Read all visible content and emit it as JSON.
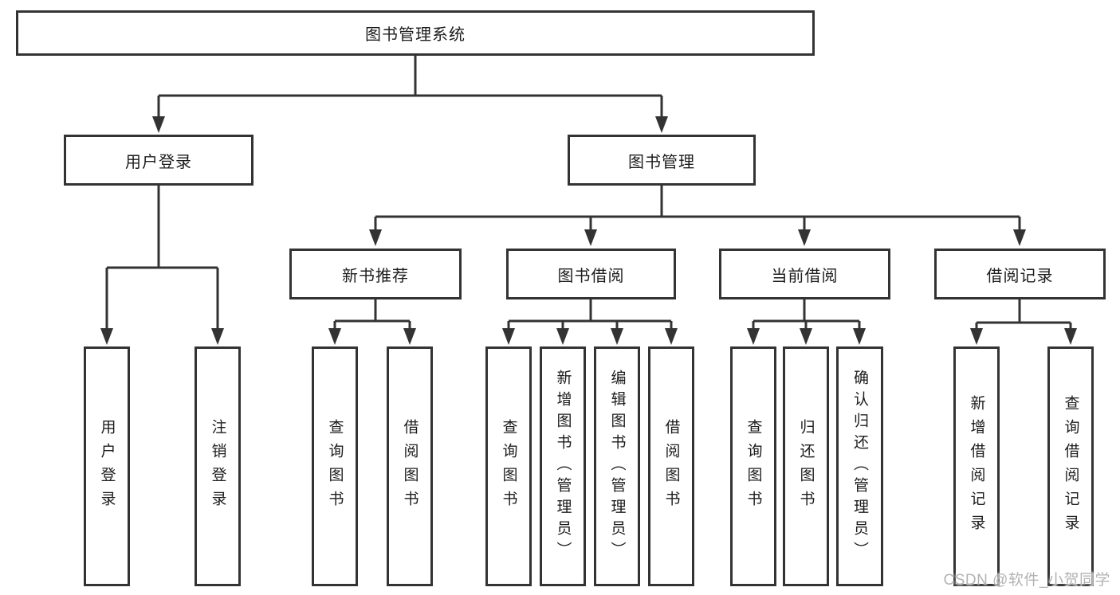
{
  "tree": {
    "root_label": "图书管理系统",
    "branches": [
      {
        "label": "用户登录",
        "children": [
          {
            "label": "用户登录"
          },
          {
            "label": "注销登录"
          }
        ]
      },
      {
        "label": "图书管理",
        "children": [
          {
            "label": "新书推荐",
            "children": [
              {
                "label": "查询图书"
              },
              {
                "label": "借阅图书"
              }
            ]
          },
          {
            "label": "图书借阅",
            "children": [
              {
                "label": "查询图书"
              },
              {
                "label": "新增图书（管理员）"
              },
              {
                "label": "编辑图书（管理员）"
              },
              {
                "label": "借阅图书"
              }
            ]
          },
          {
            "label": "当前借阅",
            "children": [
              {
                "label": "查询图书"
              },
              {
                "label": "归还图书"
              },
              {
                "label": "确认归还（管理员）"
              }
            ]
          },
          {
            "label": "借阅记录",
            "children": [
              {
                "label": "新增借阅记录"
              },
              {
                "label": "查询借阅记录"
              }
            ]
          }
        ]
      }
    ]
  },
  "watermark": {
    "text": "CSDN @软件_小贺同学"
  },
  "colors": {
    "line": "#333333",
    "text": "#1c1c1c",
    "watermark": "#b3b3b3",
    "background": "#ffffff"
  }
}
